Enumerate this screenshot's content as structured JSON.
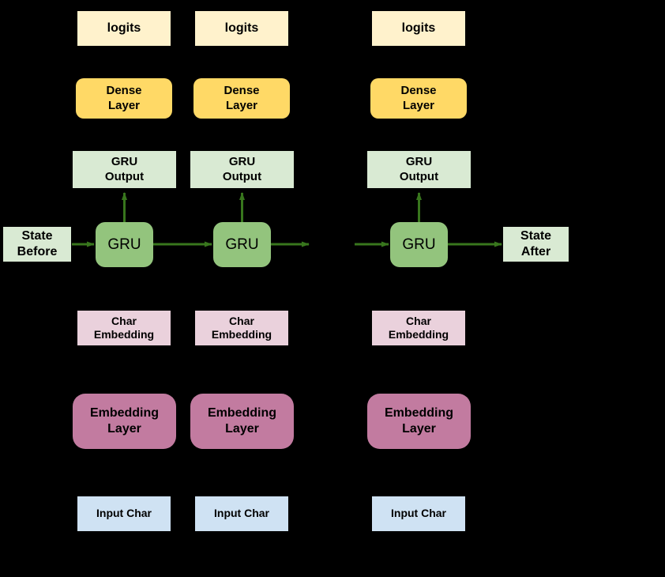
{
  "diagram": {
    "type": "neural-network-unrolled-rnn",
    "colors": {
      "background": "#000000",
      "arrow": "#38761d",
      "logits_fill": "#fff2cc",
      "dense_layer_fill": "#ffd966",
      "gru_output_fill": "#d9ead3",
      "gru_fill": "#93c47d",
      "state_fill": "#d9ead3",
      "char_embedding_fill": "#ead1dc",
      "embedding_layer_fill": "#c27ba0",
      "input_char_fill": "#cfe2f3",
      "label_color": "#000000"
    },
    "labels": {
      "logits": "logits",
      "dense_layer": "Dense\nLayer",
      "gru_output": "GRU\nOutput",
      "gru": "GRU",
      "char_embedding": "Char\nEmbedding",
      "embedding_layer": "Embedding\nLayer",
      "input_char": "Input Char",
      "state_before": "State\nBefore",
      "state_after": "State\nAfter"
    },
    "columns": 3
  }
}
